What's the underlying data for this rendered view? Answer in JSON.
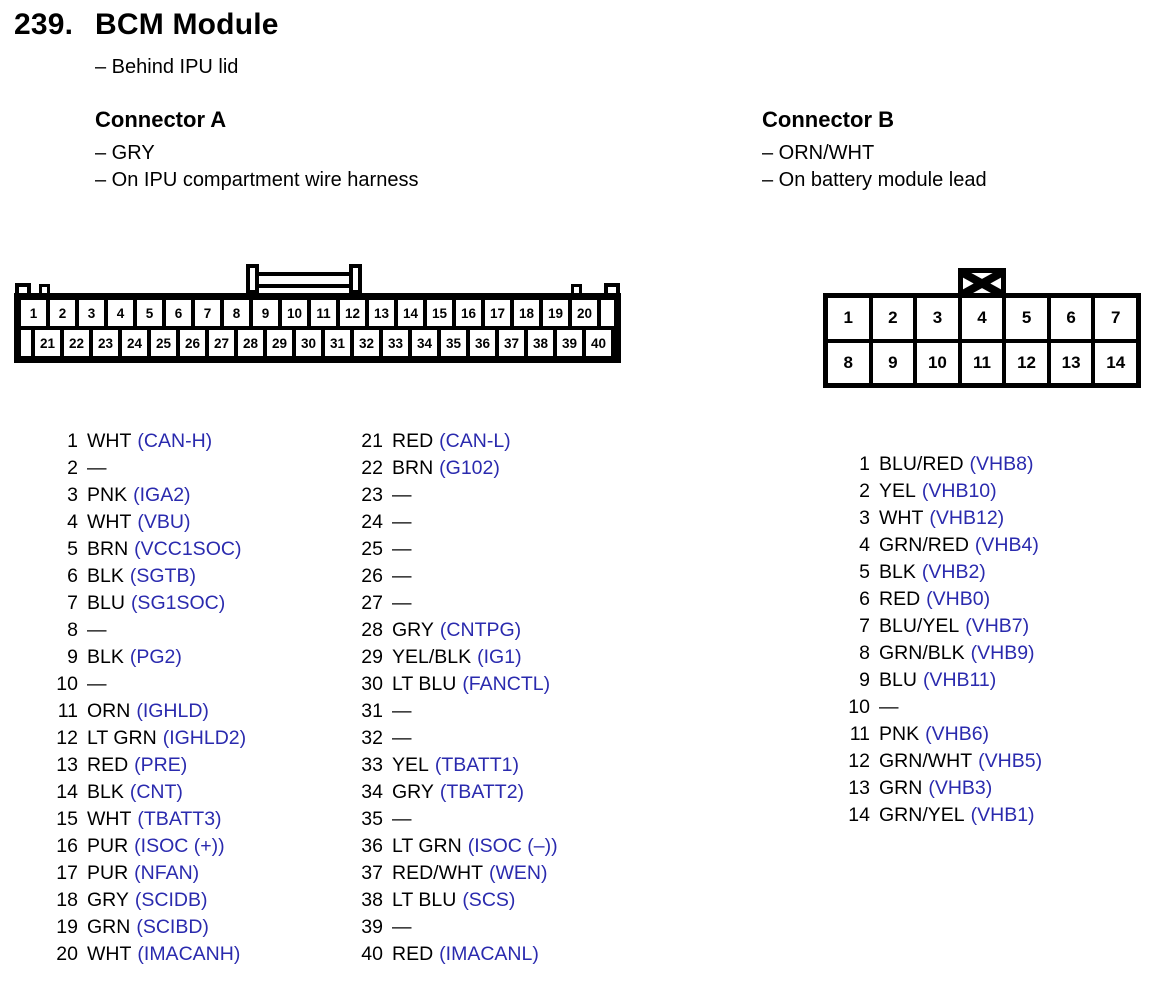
{
  "colors": {
    "signal_blue": "#2a2aae",
    "text": "#000000",
    "background": "#ffffff"
  },
  "title": {
    "number": "239.",
    "name": "BCM Module",
    "location": "– Behind IPU lid"
  },
  "connector_a": {
    "heading": "Connector A",
    "color_note": "– GRY",
    "location_note": "– On IPU compartment wire harness",
    "diagram": {
      "top_row": [
        "1",
        "2",
        "3",
        "4",
        "5",
        "6",
        "7",
        "8",
        "9",
        "10",
        "11",
        "12",
        "13",
        "14",
        "15",
        "16",
        "17",
        "18",
        "19",
        "20"
      ],
      "bottom_row": [
        "21",
        "22",
        "23",
        "24",
        "25",
        "26",
        "27",
        "28",
        "29",
        "30",
        "31",
        "32",
        "33",
        "34",
        "35",
        "36",
        "37",
        "38",
        "39",
        "40"
      ]
    },
    "pins_col1": [
      {
        "n": "1",
        "color": "WHT",
        "signal": "(CAN-H)"
      },
      {
        "n": "2",
        "color": "—",
        "signal": ""
      },
      {
        "n": "3",
        "color": "PNK",
        "signal": "(IGA2)"
      },
      {
        "n": "4",
        "color": "WHT",
        "signal": "(VBU)"
      },
      {
        "n": "5",
        "color": "BRN",
        "signal": "(VCC1SOC)"
      },
      {
        "n": "6",
        "color": "BLK",
        "signal": "(SGTB)"
      },
      {
        "n": "7",
        "color": "BLU",
        "signal": "(SG1SOC)"
      },
      {
        "n": "8",
        "color": "—",
        "signal": ""
      },
      {
        "n": "9",
        "color": "BLK",
        "signal": "(PG2)"
      },
      {
        "n": "10",
        "color": "—",
        "signal": ""
      },
      {
        "n": "11",
        "color": "ORN",
        "signal": "(IGHLD)"
      },
      {
        "n": "12",
        "color": "LT GRN",
        "signal": "(IGHLD2)"
      },
      {
        "n": "13",
        "color": "RED",
        "signal": "(PRE)"
      },
      {
        "n": "14",
        "color": "BLK",
        "signal": "(CNT)"
      },
      {
        "n": "15",
        "color": "WHT",
        "signal": "(TBATT3)"
      },
      {
        "n": "16",
        "color": "PUR",
        "signal": "(ISOC (+))"
      },
      {
        "n": "17",
        "color": "PUR",
        "signal": "(NFAN)"
      },
      {
        "n": "18",
        "color": "GRY",
        "signal": "(SCIDB)"
      },
      {
        "n": "19",
        "color": "GRN",
        "signal": "(SCIBD)"
      },
      {
        "n": "20",
        "color": "WHT",
        "signal": "(IMACANH)"
      }
    ],
    "pins_col2": [
      {
        "n": "21",
        "color": "RED",
        "signal": "(CAN-L)"
      },
      {
        "n": "22",
        "color": "BRN",
        "signal": "(G102)"
      },
      {
        "n": "23",
        "color": "—",
        "signal": ""
      },
      {
        "n": "24",
        "color": "—",
        "signal": ""
      },
      {
        "n": "25",
        "color": "—",
        "signal": ""
      },
      {
        "n": "26",
        "color": "—",
        "signal": ""
      },
      {
        "n": "27",
        "color": "—",
        "signal": ""
      },
      {
        "n": "28",
        "color": "GRY",
        "signal": "(CNTPG)"
      },
      {
        "n": "29",
        "color": "YEL/BLK",
        "signal": "(IG1)"
      },
      {
        "n": "30",
        "color": "LT BLU",
        "signal": "(FANCTL)"
      },
      {
        "n": "31",
        "color": "—",
        "signal": ""
      },
      {
        "n": "32",
        "color": "—",
        "signal": ""
      },
      {
        "n": "33",
        "color": "YEL",
        "signal": "(TBATT1)"
      },
      {
        "n": "34",
        "color": "GRY",
        "signal": "(TBATT2)"
      },
      {
        "n": "35",
        "color": "—",
        "signal": ""
      },
      {
        "n": "36",
        "color": "LT GRN",
        "signal": "(ISOC (–))"
      },
      {
        "n": "37",
        "color": "RED/WHT",
        "signal": "(WEN)"
      },
      {
        "n": "38",
        "color": "LT BLU",
        "signal": "(SCS)"
      },
      {
        "n": "39",
        "color": "—",
        "signal": ""
      },
      {
        "n": "40",
        "color": "RED",
        "signal": "(IMACANL)"
      }
    ]
  },
  "connector_b": {
    "heading": "Connector B",
    "color_note": "– ORN/WHT",
    "location_note": "– On battery module lead",
    "diagram": {
      "top_row": [
        "1",
        "2",
        "3",
        "4",
        "5",
        "6",
        "7"
      ],
      "bottom_row": [
        "8",
        "9",
        "10",
        "11",
        "12",
        "13",
        "14"
      ]
    },
    "pins": [
      {
        "n": "1",
        "color": "BLU/RED",
        "signal": "(VHB8)"
      },
      {
        "n": "2",
        "color": "YEL",
        "signal": "(VHB10)"
      },
      {
        "n": "3",
        "color": "WHT",
        "signal": "(VHB12)"
      },
      {
        "n": "4",
        "color": "GRN/RED",
        "signal": "(VHB4)"
      },
      {
        "n": "5",
        "color": "BLK",
        "signal": "(VHB2)"
      },
      {
        "n": "6",
        "color": "RED",
        "signal": "(VHB0)"
      },
      {
        "n": "7",
        "color": "BLU/YEL",
        "signal": "(VHB7)"
      },
      {
        "n": "8",
        "color": "GRN/BLK",
        "signal": "(VHB9)"
      },
      {
        "n": "9",
        "color": "BLU",
        "signal": "(VHB11)"
      },
      {
        "n": "10",
        "color": "—",
        "signal": ""
      },
      {
        "n": "11",
        "color": "PNK",
        "signal": "(VHB6)"
      },
      {
        "n": "12",
        "color": "GRN/WHT",
        "signal": "(VHB5)"
      },
      {
        "n": "13",
        "color": "GRN",
        "signal": "(VHB3)"
      },
      {
        "n": "14",
        "color": "GRN/YEL",
        "signal": "(VHB1)"
      }
    ]
  }
}
